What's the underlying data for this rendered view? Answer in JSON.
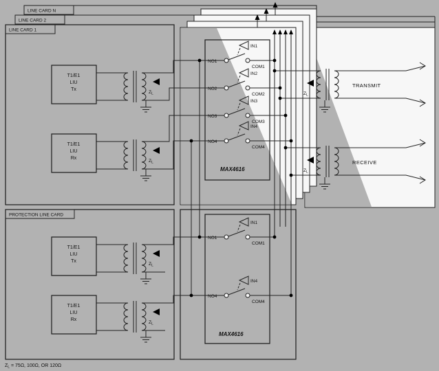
{
  "cards": {
    "n": "LINE CARD N",
    "c2": "LINE CARD 2",
    "c1": "LINE CARD 1",
    "prot": "PROTECTION LINE CARD"
  },
  "liu": {
    "l1": "T1/E1",
    "l2": "LIU",
    "tx": "Tx",
    "rx": "Rx"
  },
  "chip": {
    "name": "MAX4616"
  },
  "sw": {
    "no1": "NO1",
    "no2": "NO2",
    "no3": "NO3",
    "no4": "NO4",
    "com1": "COM1",
    "com2": "COM2",
    "com3": "COM3",
    "com4": "COM4",
    "in1": "IN1",
    "in2": "IN2",
    "in3": "IN3",
    "in4": "IN4"
  },
  "io": {
    "transmit": "TRANSMIT",
    "receive": "RECEIVE"
  },
  "zl": {
    "z": "Z",
    "sub": "L"
  },
  "note": {
    "z": "Z",
    "sub": "L",
    "rest": " = 75Ω, 100Ω, OR 120Ω"
  },
  "colors": {
    "background": "#b2b2b2",
    "sheet": "#f7f7f7",
    "line": "#222222"
  }
}
